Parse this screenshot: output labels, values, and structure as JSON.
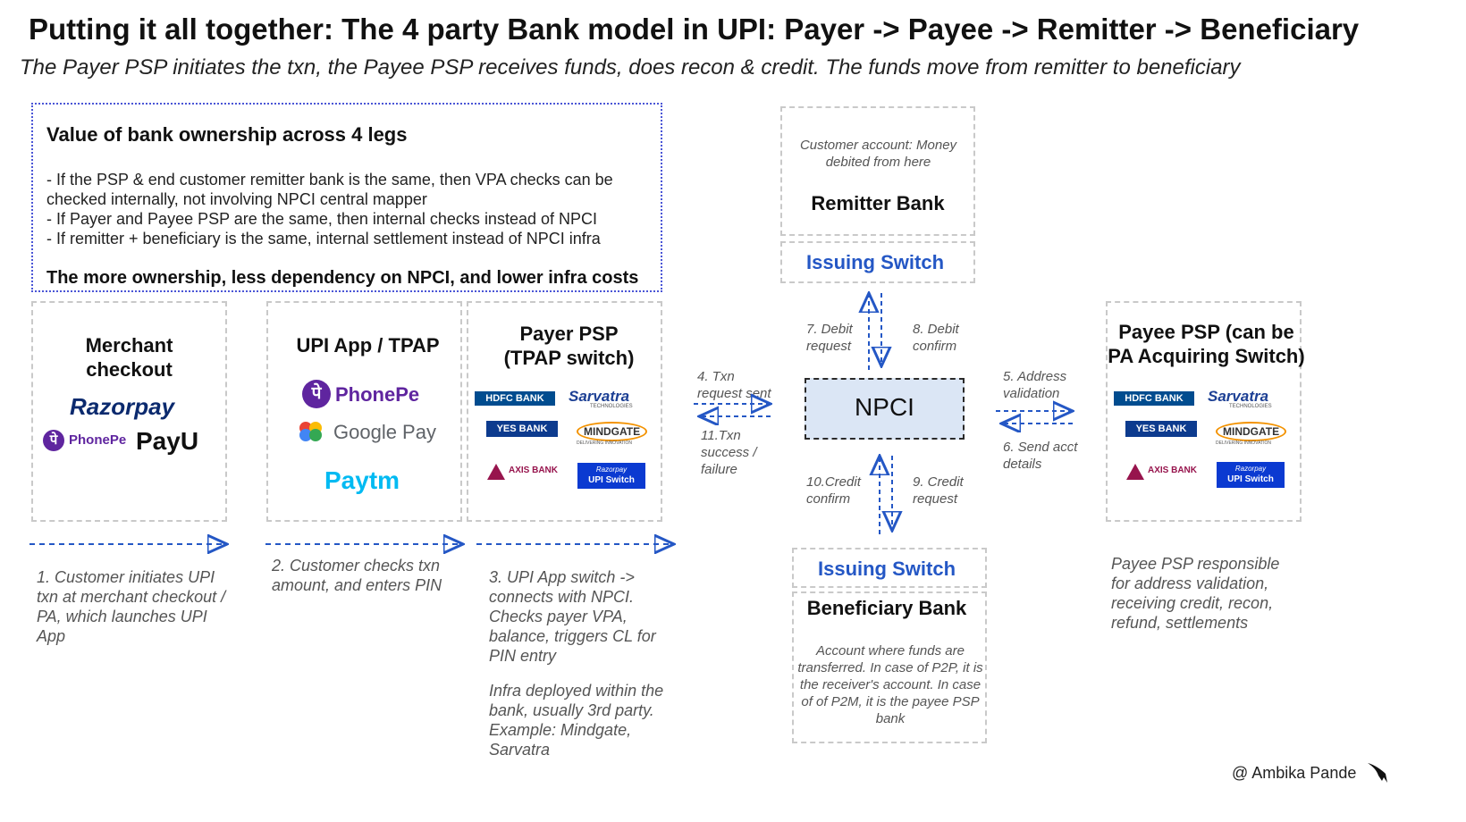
{
  "title": "Putting it all together: The 4 party Bank model in UPI: Payer -> Payee -> Remitter -> Beneficiary",
  "subtitle": "The Payer PSP initiates the txn, the Payee PSP receives funds, does recon & credit. The funds move from remitter to beneficiary",
  "value_box": {
    "heading": "Value of bank ownership across 4 legs",
    "body": "- If the PSP & end customer remitter bank is the same, then VPA checks  can be checked internally, not involving NPCI central mapper\n- If Payer and Payee PSP are the same, then internal checks instead of NPCI\n- If remitter + beneficiary is the same, internal settlement instead of NPCI infra",
    "footer": "The more ownership, less dependency on NPCI, and lower infra costs"
  },
  "columns": {
    "merchant": {
      "title": "Merchant\ncheckout",
      "logos": [
        "Razorpay",
        "PhonePe",
        "PayU"
      ],
      "step": "1. Customer  initiates UPI txn at merchant checkout / PA, which launches UPI App"
    },
    "upi_app": {
      "title": "UPI App / TPAP",
      "logos": [
        "PhonePe",
        "Google Pay",
        "Paytm"
      ],
      "step": "2. Customer checks txn amount, and enters PIN"
    },
    "payer_psp": {
      "title": "Payer PSP\n(TPAP switch)",
      "logos": [
        "HDFC BANK",
        "Sarvatra",
        "YES BANK",
        "MINDGATE",
        "AXIS BANK",
        "Razorpay UPI Switch"
      ],
      "step": "3. UPI App switch -> connects with NPCI. Checks payer VPA, balance, triggers CL for PIN entry",
      "note": "Infra deployed within the bank, usually 3rd party. Example: Mindgate, Sarvatra"
    },
    "payee_psp": {
      "title": "Payee PSP (can be\nPA Acquiring Switch)",
      "logos": [
        "HDFC BANK",
        "Sarvatra",
        "YES BANK",
        "MINDGATE",
        "AXIS BANK",
        "Razorpay UPI Switch"
      ],
      "note": "Payee PSP responsible for address validation, receiving credit, recon, refund, settlements"
    }
  },
  "logo_text": {
    "sarvatra_sub": "TECHNOLOGIES",
    "mindgate_sub": "DELIVERING INNOVATION",
    "razorpay_small": "Razorpay",
    "upi_switch": "UPI Switch"
  },
  "remitter": {
    "note": "Customer account: Money debited from here",
    "title": "Remitter Bank",
    "switch": "Issuing Switch"
  },
  "beneficiary": {
    "switch": "Issuing Switch",
    "title": "Beneficiary Bank",
    "note": "Account where funds are transferred. In case of P2P, it is the receiver's account. In case of of P2M, it is the payee PSP bank"
  },
  "npci": "NPCI",
  "flows": {
    "txn_sent": "4. Txn request sent",
    "txn_result": "11.Txn success / failure",
    "addr_validation": "5. Address validation",
    "send_acct": "6. Send acct details",
    "debit_request": "7. Debit request",
    "debit_confirm": "8. Debit confirm",
    "credit_request": "9. Credit request",
    "credit_confirm": "10.Credit confirm"
  },
  "credit": "@ Ambika Pande",
  "colors": {
    "accent_blue": "#2457c5",
    "npci_fill": "#dbe6f5",
    "dotted_border": "#4a55d6",
    "dash_gray": "#c9c9c9"
  }
}
